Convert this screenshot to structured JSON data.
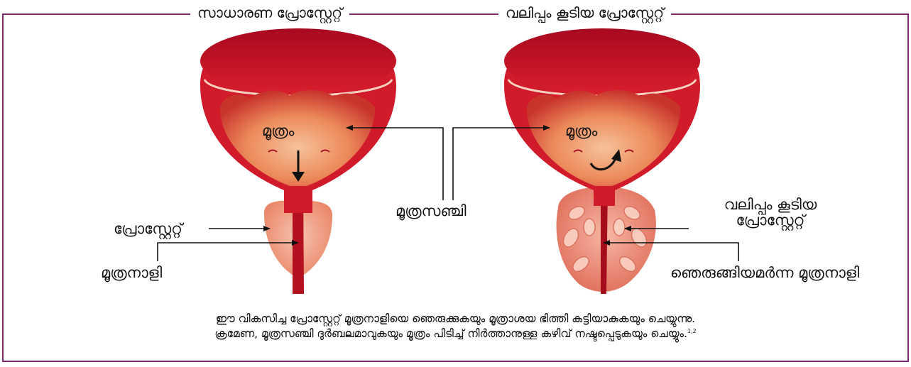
{
  "headings": {
    "normal": "സാധാരണ പ്രോസ്റ്റേറ്റ്",
    "enlarged": "വലിപ്പം കൂടിയ പ്രോസ്റ്റേറ്റ്"
  },
  "labels": {
    "urine_left": "മൂത്രം",
    "urine_right": "മൂത്രം",
    "bladder": "മൂത്രസഞ്ചി",
    "prostate": "പ്രോസ്റ്റേറ്റ്",
    "urethra": "മൂത്രനാളി",
    "enlarged_prostate_line1": "വലിപ്പം കൂടിയ",
    "enlarged_prostate_line2": "പ്രോസ്റ്റേറ്റ്",
    "compressed_urethra": "ഞെരുങ്ങിയമർന്ന മൂത്രനാളി"
  },
  "footnote": {
    "line1": "ഈ വികസിച്ച പ്രോസ്റ്റേറ്റ് മൂത്രനാളിയെ ഞെരുക്കുകയും മൂത്രാശയ ഭിത്തി കട്ടിയാകുകയും ചെയ്യുന്നു.",
    "line2": "ക്രമേണ, മൂത്രസഞ്ചി ദുർബലമാവുകയും മൂത്രം പിടിച്ച് നിർത്താനുള്ള കഴിവ് നഷ്ടപ്പെടുകയും ചെയ്യും.",
    "refs": "1,2"
  },
  "colors": {
    "frame": "#7a2a6e",
    "bladder_outer": "#c8102e",
    "bladder_inner": "#e8463a",
    "prostate": "#ee9a82",
    "urethra": "#a50d1c"
  }
}
